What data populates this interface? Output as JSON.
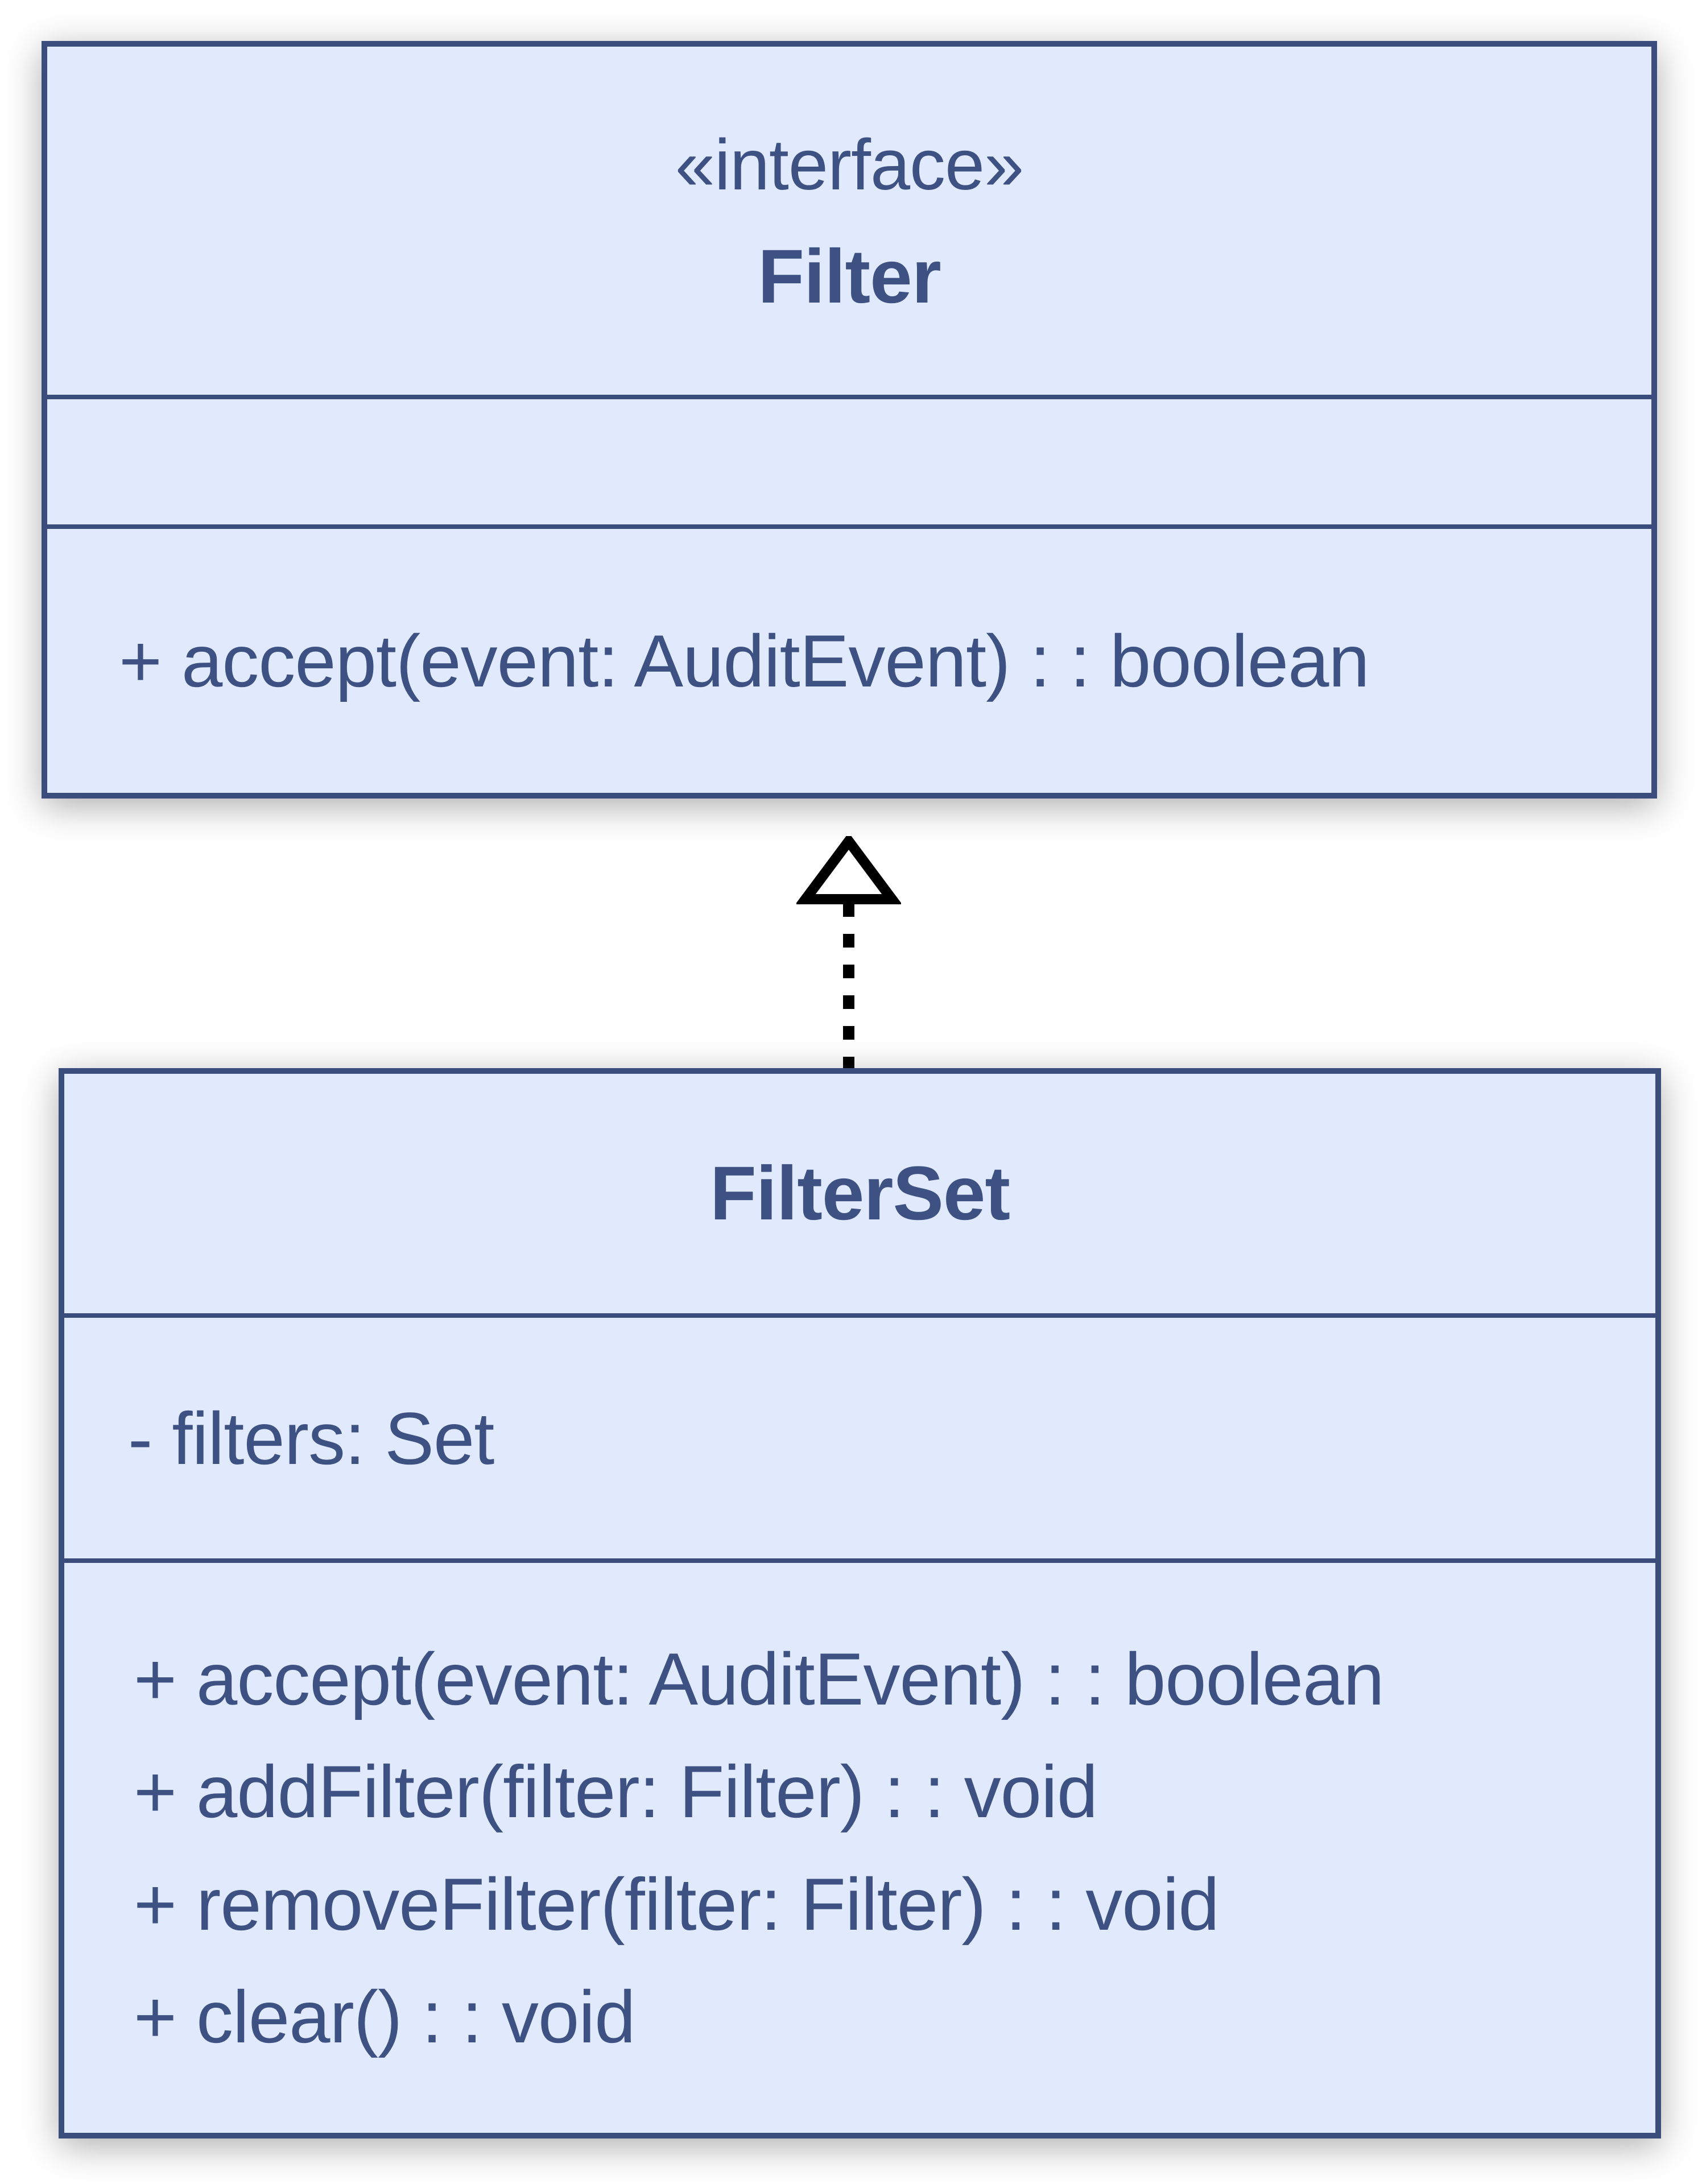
{
  "colors": {
    "background": "#ffffff",
    "box_fill": "#e1e9fc",
    "box_border": "#3a4d7d",
    "text": "#3d5282",
    "arrow": "#000000"
  },
  "interface_box": {
    "stereotype": "«interface»",
    "name": "Filter",
    "attributes": [],
    "methods": [
      "+ accept(event: AuditEvent) : : boolean"
    ]
  },
  "class_box": {
    "name": "FilterSet",
    "attributes": [
      "- filters: Set"
    ],
    "methods": [
      "+ accept(event: AuditEvent) : : boolean",
      "+ addFilter(filter: Filter) : : void",
      "+ removeFilter(filter: Filter) : : void",
      "+ clear() : : void"
    ]
  },
  "relationship": {
    "type": "realization",
    "from": "FilterSet",
    "to": "Filter"
  }
}
